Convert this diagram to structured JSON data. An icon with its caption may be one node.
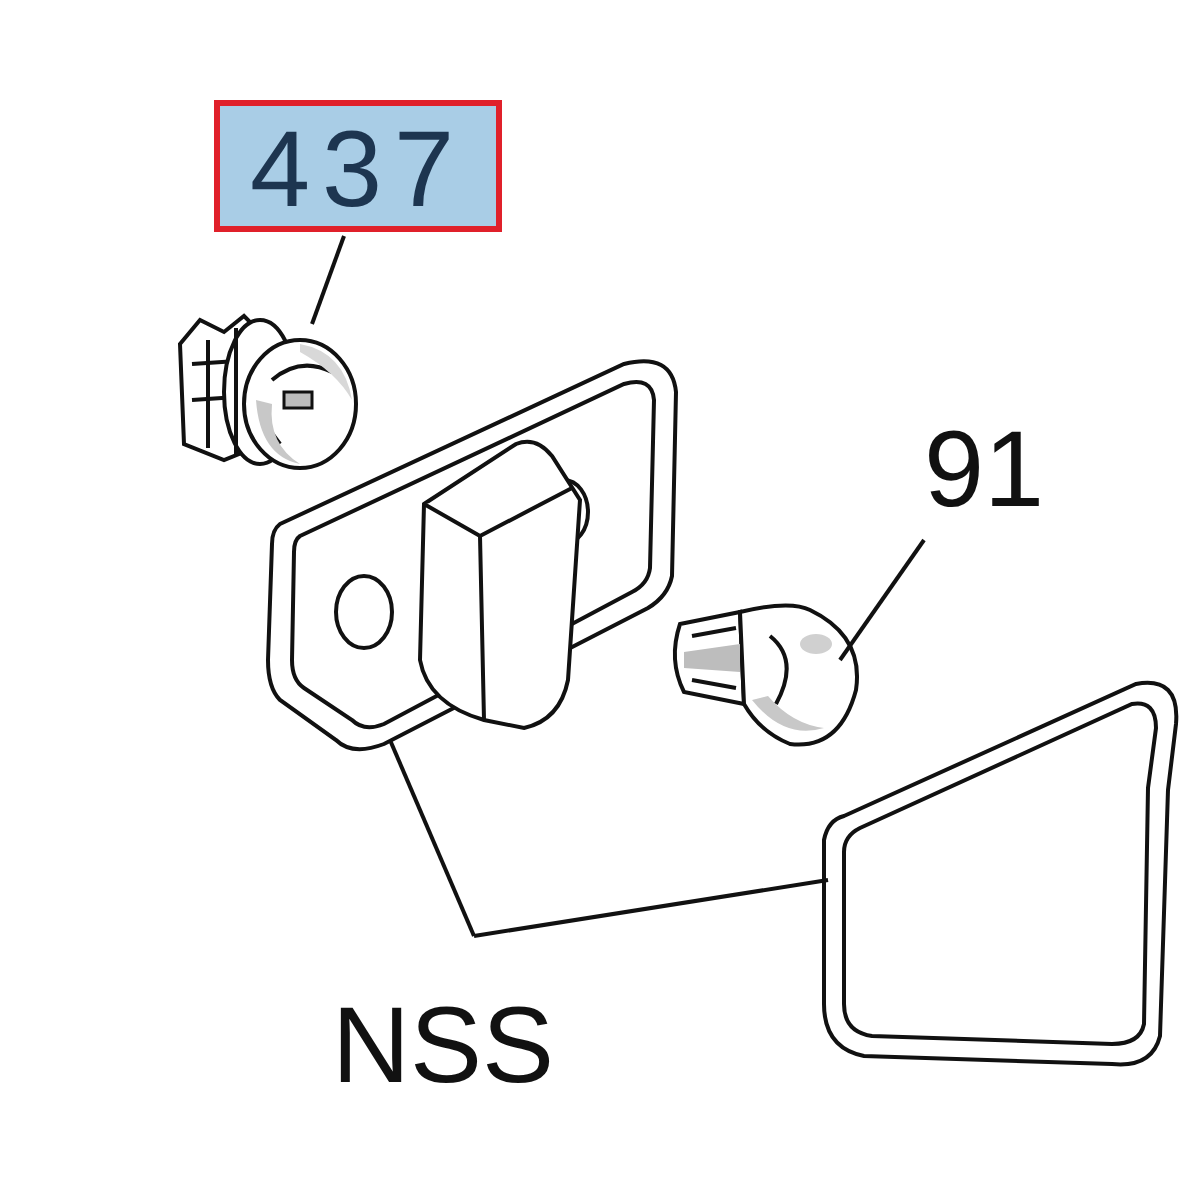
{
  "diagram": {
    "nodes": [
      {
        "text": [
          "437"
        ]
      },
      {
        "text": [],
        "shape": "picture"
      },
      {
        "text": [
          "91"
        ]
      },
      {
        "text": [],
        "shape": "picture"
      },
      {
        "text": [
          "NSS"
        ]
      },
      {
        "text": [],
        "shape": "picture"
      },
      {
        "text": [],
        "shape": "picture"
      }
    ],
    "edges": [
      {
        "from": 0,
        "to": 1,
        "arrow": "none"
      },
      {
        "from": 2,
        "to": 3,
        "arrow": "none"
      },
      {
        "from": 4,
        "to": 5,
        "arrow": "none"
      },
      {
        "from": 4,
        "to": 6,
        "arrow": "none"
      }
    ]
  }
}
